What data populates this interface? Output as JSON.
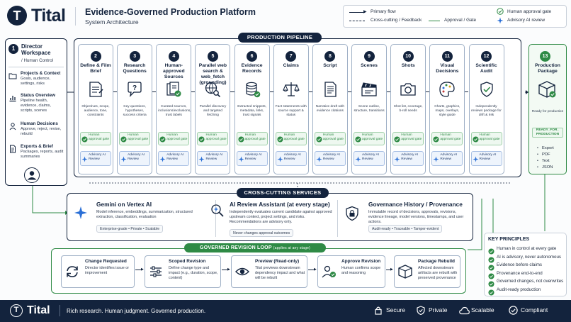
{
  "header": {
    "brand": "Tital",
    "logo_letter": "T",
    "title": "Evidence-Governed Production Platform",
    "subtitle": "System Architecture",
    "legend": {
      "primary_flow": "Primary flow",
      "cross_cutting": "Cross-cutting / Feedback",
      "approval_gate": "Approval / Gate",
      "human_gate": "Human approval gate",
      "advisory": "Advisory AI review"
    }
  },
  "director": {
    "number": "1",
    "title": "Director Workspace",
    "subtitle": "/ Human Control",
    "items": [
      {
        "title": "Projects & Context",
        "desc": "Goals, audience, settings, risks",
        "icon": "folder-icon"
      },
      {
        "title": "Status Overview",
        "desc": "Pipeline health, evidence, claims, scripts, scenes",
        "icon": "chart-icon"
      },
      {
        "title": "Human Decisions",
        "desc": "Approve, reject, revise, rebuild",
        "icon": "person-icon"
      },
      {
        "title": "Exports & Brief",
        "desc": "Packages, reports, audit summaries",
        "icon": "document-icon"
      }
    ]
  },
  "pipeline": {
    "title": "PRODUCTION PIPELINE",
    "gate_label": "Human approval gate",
    "advisory_label": "Advisory AI Review",
    "steps": [
      {
        "num": "2",
        "title": "Define & Film Brief",
        "desc": "Objectives, scope, audience, tone, constraints",
        "icon": "brief-icon"
      },
      {
        "num": "3",
        "title": "Research Questions",
        "desc": "Key questions, hypotheses, success criteria",
        "icon": "question-icon"
      },
      {
        "num": "4",
        "title": "Human-approved Sources",
        "desc": "Curated sources, inclusions/exclusions, trust labels",
        "icon": "sources-icon"
      },
      {
        "num": "5",
        "title": "Parallel web search & web_fetch (grounding)",
        "desc": "Parallel discovery and targeted fetching",
        "icon": "globe-search-icon"
      },
      {
        "num": "6",
        "title": "Evidence Records",
        "desc": "Extracted snippets, metadata, links, trust signals",
        "icon": "database-icon"
      },
      {
        "num": "7",
        "title": "Claims",
        "desc": "Fact statements with source support & status",
        "icon": "scales-icon"
      },
      {
        "num": "8",
        "title": "Script",
        "desc": "Narrative draft with evidence citations",
        "icon": "script-icon"
      },
      {
        "num": "9",
        "title": "Scenes",
        "desc": "Scene outline, structure, transitions",
        "icon": "clapperboard-icon"
      },
      {
        "num": "10",
        "title": "Shots",
        "desc": "Shot list, coverage, b-roll needs",
        "icon": "camera-icon"
      },
      {
        "num": "11",
        "title": "Visual Decisions",
        "desc": "Charts, graphics, maps, overlays, style guide",
        "icon": "palette-icon"
      },
      {
        "num": "12",
        "title": "Scientific Audit",
        "desc": "Independently reviews package for drift & risk",
        "icon": "shield-check-icon"
      }
    ],
    "final": {
      "num": "13",
      "title": "Production Package",
      "desc": "Ready for production",
      "status": "READY_FOR_ PRODUCTION",
      "exports": [
        "Export",
        "PDF",
        "Text",
        "JSON"
      ]
    }
  },
  "services": {
    "title": "CROSS-CUTTING SERVICES",
    "items": [
      {
        "title": "Gemini on Vertex AI",
        "desc": "Model inference, embeddings, summarization, structured extraction, classification, evaluation",
        "tag": "Enterprise-grade • Private • Scalable",
        "icon": "sparkle-icon"
      },
      {
        "title": "AI Review Assistant (at every stage)",
        "desc": "Independently evaluates current candidate against approved upstream context, project settings, and risks. Recommendations are advisory only.",
        "tag": "Never changes approval outcomes",
        "icon": "ai-review-icon"
      },
      {
        "title": "Governance History / Provenance",
        "desc": "Immutable record of decisions, approvals, revisions, evidence lineage, model versions, timestamps, and user actions.",
        "tag": "Audit-ready • Traceable • Tamper-evident",
        "icon": "lock-shield-icon"
      }
    ]
  },
  "revision": {
    "title": "GOVERNED REVISION LOOP",
    "title_suffix": "(applies at any stage)",
    "steps": [
      {
        "title": "Change Requested",
        "desc": "Director identifies issue or improvement",
        "icon": "refresh-icon"
      },
      {
        "title": "Scoped Revision",
        "desc": "Define change type and impact (e.g., duration, scope, content)",
        "icon": "sliders-icon"
      },
      {
        "title": "Preview (Read-only)",
        "desc": "Tital previews downstream dependency impact and what will be rebuilt",
        "icon": "eye-icon"
      },
      {
        "title": "Approve Revision",
        "desc": "Human confirms scope and reasoning",
        "icon": "person-check-icon"
      },
      {
        "title": "Package Rebuild",
        "desc": "Affected downstream artifacts are rebuilt with preserved provenance",
        "icon": "package-icon"
      }
    ]
  },
  "principles": {
    "title": "KEY PRINCIPLES",
    "items": [
      "Human in control at every gate",
      "AI is advisory, never autonomous",
      "Evidence before claims",
      "Provenance end-to-end",
      "Governed changes, not overwrites",
      "Audit-ready production"
    ]
  },
  "footer": {
    "brand": "Tital",
    "logo_letter": "T",
    "tagline": "Rich research. Human judgment. Governed production.",
    "items": [
      {
        "label": "Secure",
        "icon": "lock-icon"
      },
      {
        "label": "Private",
        "icon": "shield-icon"
      },
      {
        "label": "Scalable",
        "icon": "cloud-icon"
      },
      {
        "label": "Compliant",
        "icon": "check-shield-icon"
      }
    ]
  },
  "colors": {
    "navy": "#13233d",
    "green": "#2e8a45",
    "blue": "#2a6fd6"
  }
}
